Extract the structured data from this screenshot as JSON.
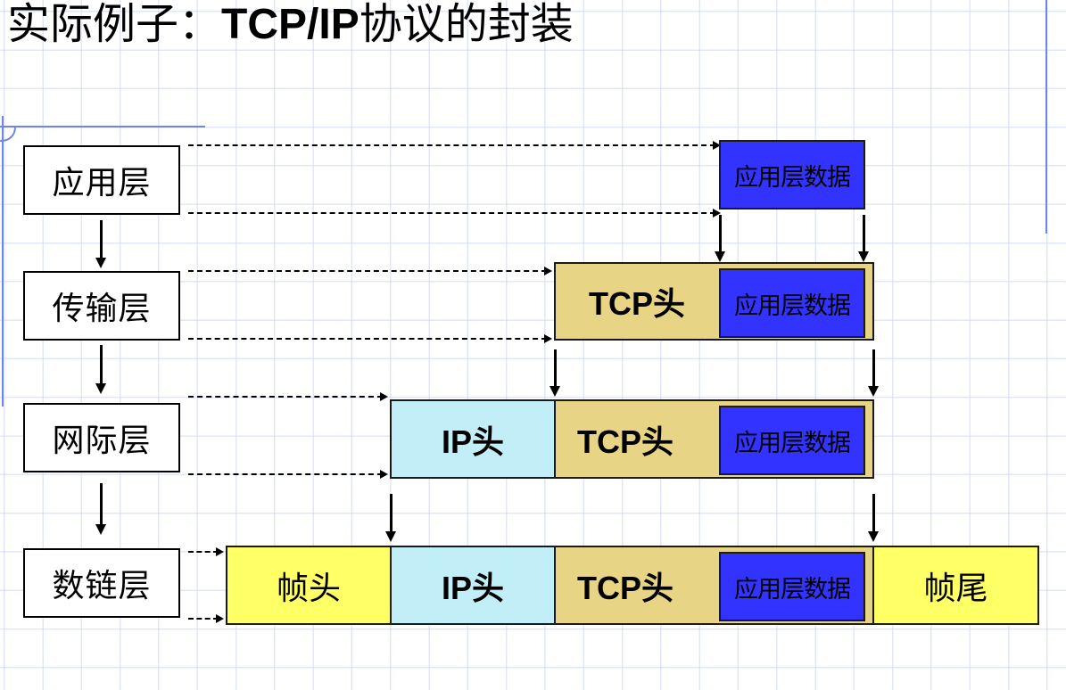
{
  "title": {
    "prefix": "实际例子：",
    "protocol": "TCP/IP",
    "suffix": "协议的封装"
  },
  "layers": [
    {
      "label": "应用层"
    },
    {
      "label": "传输层"
    },
    {
      "label": "网际层"
    },
    {
      "label": "数链层"
    }
  ],
  "segments": {
    "app_data": "应用层数据",
    "tcp_header": "TCP头",
    "ip_header": "IP头",
    "frame_header": "帧头",
    "frame_trailer": "帧尾"
  },
  "colors": {
    "app_data": "#3333ff",
    "tcp_header": "#e8d485",
    "ip_header": "#c2eef8",
    "frame": "#ffff66",
    "accent_line": "#6f86e8"
  }
}
